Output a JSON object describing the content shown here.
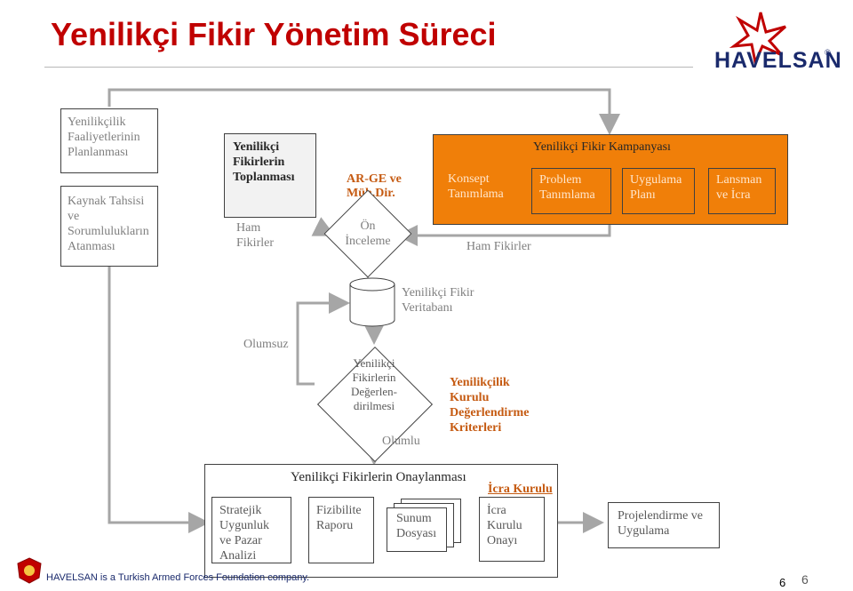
{
  "slide": {
    "title": "Yenilikçi  Fikir Yönetim Süreci",
    "logo_text": "HAVELSAN",
    "logo_registered": "®",
    "footer_text": "HAVELSAN is a Turkish Armed Forces Foundation  company.",
    "page_number": "6",
    "page_number_right": "6"
  },
  "diagram": {
    "planning": "Yenilikçilik Faaliyetlerinin Planlanması",
    "resource": "Kaynak Tahsisi ve Sorumlulukların Atanması",
    "collect_title": "Yenilikçi Fikirlerin Toplanması",
    "raw_ideas_left": "Ham Fikirler",
    "rd_label": "AR-GE ve Müh.Dir.",
    "prereview": "Ön İnceleme",
    "campaign_title": "Yenilikçi Fikir Kampanyası",
    "campaign_steps": [
      "Konsept Tanımlama",
      "Problem Tanımlama",
      "Uygulama Planı",
      "Lansman ve İcra"
    ],
    "raw_ideas_campaign": "Ham Fikirler",
    "database": "Yenilikçi Fikir Veritabanı",
    "negative": "Olumsuz",
    "evaluation": "Yenilikçi Fikirlerin Değerlen-dirilmesi",
    "positive": "Olumlu",
    "criteria": "Yenilikçilik Kurulu Değerlendirme Kriterleri",
    "approval_title": "Yenilikçi Fikirlerin Onaylanması",
    "strategy": "Stratejik Uygunluk ve Pazar Analizi",
    "feasibility": "Fizibilite Raporu",
    "presentation": "Sunum Dosyası",
    "board_label": "İcra Kurulu",
    "board_approval": "İcra Kurulu Onayı",
    "projecting": "Projelendirme ve Uygulama"
  },
  "colors": {
    "title_red": "#c00000",
    "campaign_orange": "#f07f09",
    "text_orange": "#c55a11",
    "arrow_gray": "#a6a6a6",
    "logo_blue": "#1a2a6c"
  }
}
